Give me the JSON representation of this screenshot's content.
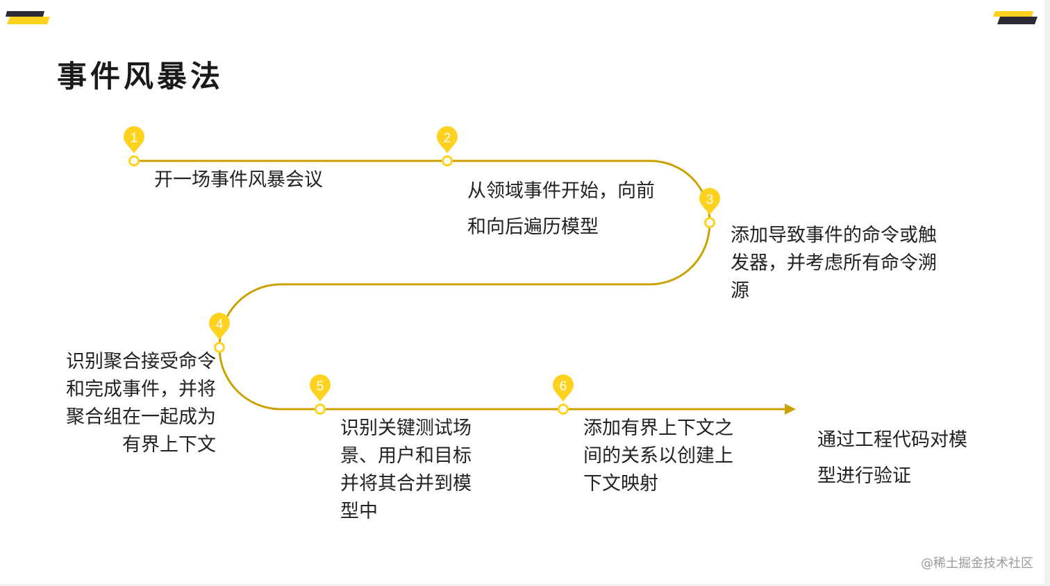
{
  "title": "事件风暴法",
  "colors": {
    "accent": "#ffd21f",
    "line": "#c9a100",
    "dark": "#2b2b36",
    "text": "#222222"
  },
  "steps": [
    {
      "number": "1",
      "text": "开一场事件风暴会议"
    },
    {
      "number": "2",
      "text": "从领域事件开始，向前\n和向后遍历模型"
    },
    {
      "number": "3",
      "text": "添加导致事件的命令或触\n发器，并考虑所有命令溯\n源"
    },
    {
      "number": "4",
      "text": "识别聚合接受命令\n和完成事件，并将\n聚合组在一起成为\n有界上下文"
    },
    {
      "number": "5",
      "text": "识别关键测试场\n景、用户和目标\n并将其合并到模\n型中"
    },
    {
      "number": "6",
      "text": "添加有界上下文之\n间的关系以创建上\n下文映射"
    }
  ],
  "final_step": "通过工程代码对模\n型进行验证",
  "watermark": "@稀土掘金技术社区"
}
